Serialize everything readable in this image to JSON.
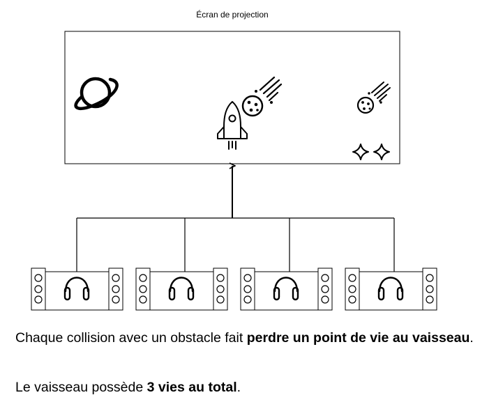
{
  "screen": {
    "title": "Écran de projection"
  },
  "controllers": [
    {
      "icon": "headphones-icon"
    },
    {
      "icon": "headphones-icon"
    },
    {
      "icon": "headphones-icon"
    },
    {
      "icon": "headphones-icon"
    }
  ],
  "text": {
    "para1_before": "Chaque collision avec un obstacle fait ",
    "para1_bold": "perdre un point de vie au vaisseau",
    "para1_after": ".",
    "para2_before": "Le vaisseau possède ",
    "para2_bold": "3 vies au total",
    "para2_after": "."
  },
  "colors": {
    "stroke": "#000000",
    "background": "#ffffff"
  }
}
